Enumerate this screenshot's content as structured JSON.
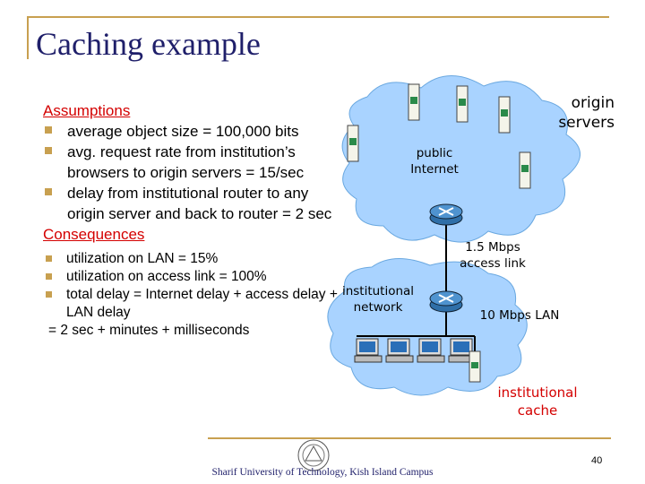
{
  "slide": {
    "title": "Caching example",
    "assumptions_header": "Assumptions",
    "assumptions": [
      "average object size = 100,000 bits",
      "avg. request rate from institution’s browsers to origin servers = 15/sec",
      "delay from institutional router to any origin server and back to router  = 2 sec"
    ],
    "consequences_header": "Consequences",
    "consequences": [
      "utilization on LAN = 15%",
      "utilization on access link = 100%",
      "total delay   = Internet delay + access delay + LAN delay"
    ],
    "total_result": "=  2 sec + minutes + milliseconds"
  },
  "diagram": {
    "origin_servers_label": "origin servers",
    "public_internet_label": "public Internet",
    "access_link_label": "1.5 Mbps access link",
    "institutional_network_label": "institutional network",
    "lan_label": "10 Mbps LAN",
    "cache_label": "institutional cache"
  },
  "footer": {
    "campus": "Sharif University of Technology, Kish Island Campus",
    "page_number": "40"
  },
  "colors": {
    "title": "#1f1f6a",
    "accent": "#c8a050",
    "header_red": "#d40000",
    "cloud": "#a9d3ff",
    "router": "#2f6fa8"
  }
}
